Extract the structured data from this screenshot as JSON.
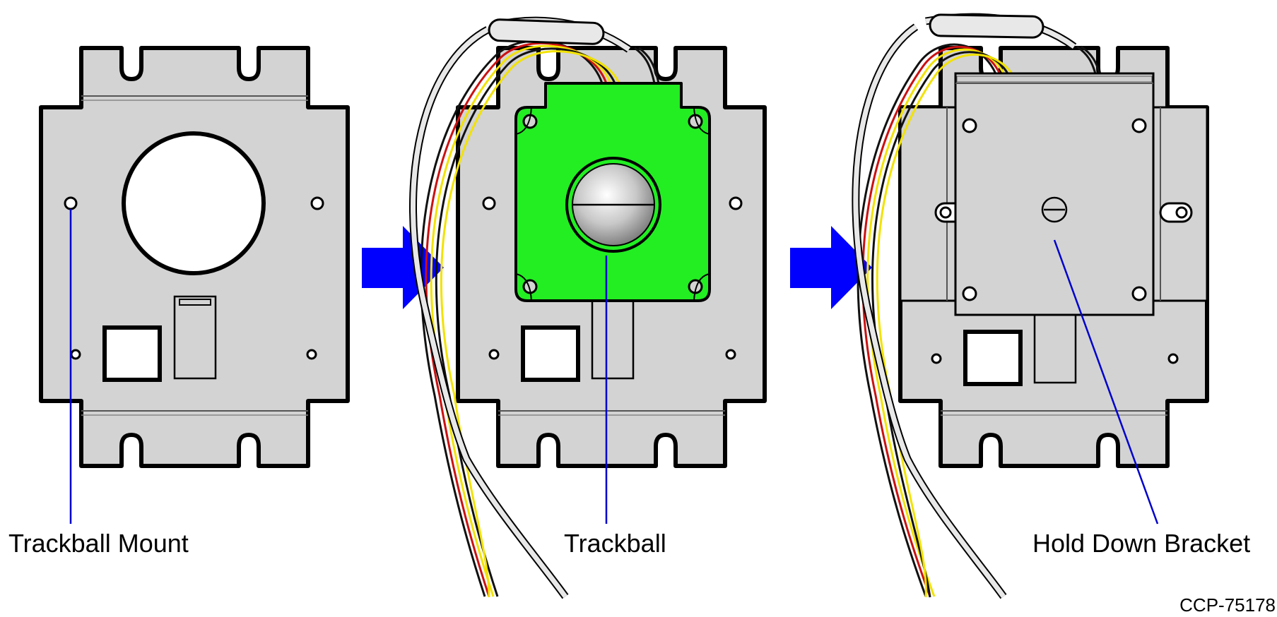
{
  "labels": {
    "mount": "Trackball Mount",
    "trackball": "Trackball",
    "bracket": "Hold Down Bracket",
    "figure_id": "CCP-75178"
  },
  "colors": {
    "plate": "#d3d3d3",
    "outline": "#000000",
    "trackball_board": "#22ee22",
    "arrow": "#0000ff",
    "leader": "#0000cc",
    "wire_red": "#cc1111",
    "wire_yellow": "#f2e200",
    "wire_black": "#111111",
    "cable_sheath": "#e8e8e8"
  },
  "steps": [
    {
      "name": "trackball-mount",
      "label_key": "mount"
    },
    {
      "name": "trackball",
      "label_key": "trackball"
    },
    {
      "name": "hold-down-bracket",
      "label_key": "bracket"
    }
  ]
}
